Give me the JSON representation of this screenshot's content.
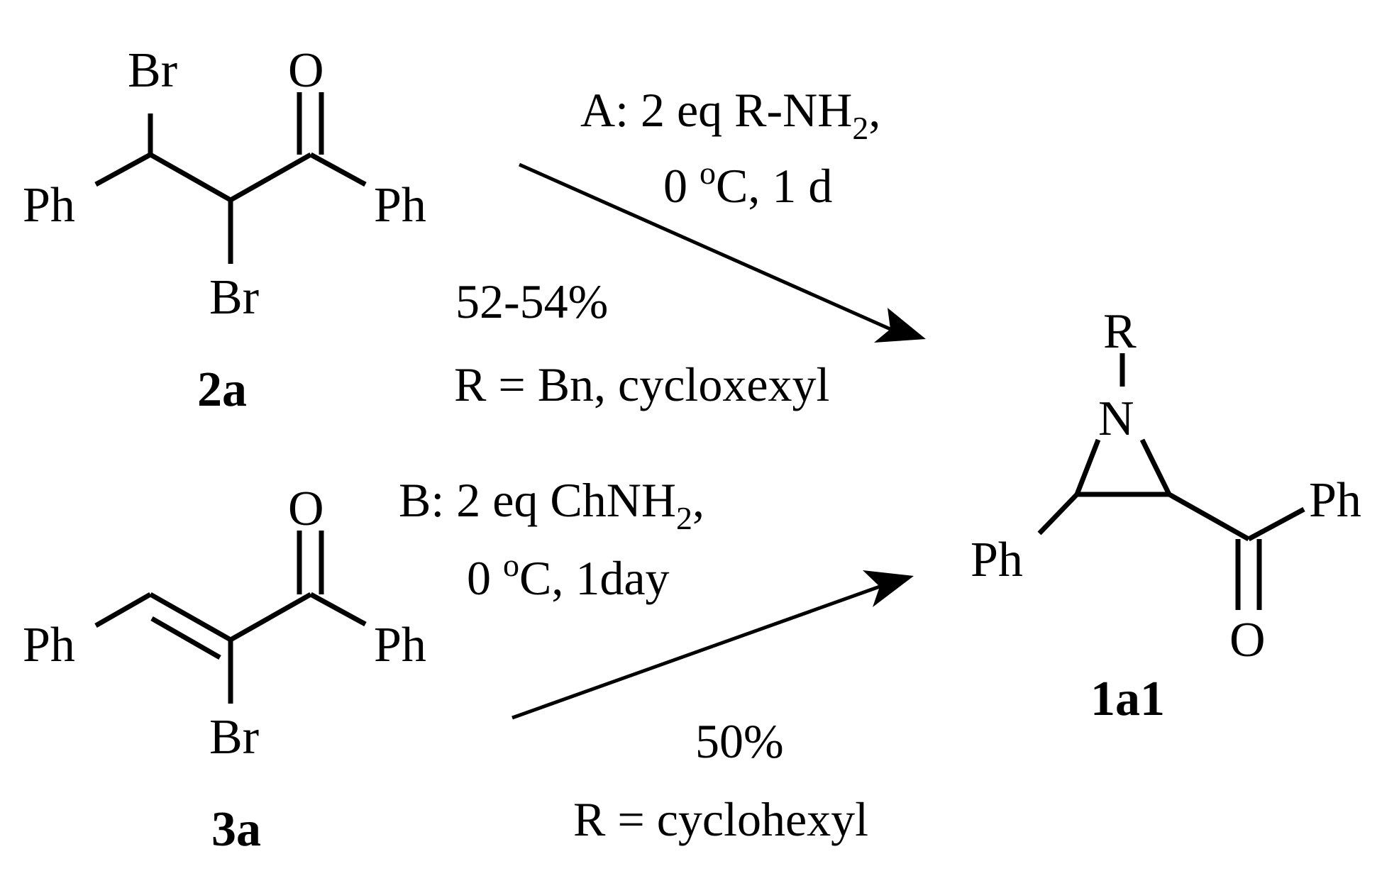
{
  "atoms": {
    "br": "Br",
    "o": "O",
    "ph": "Ph",
    "n": "N",
    "r": "R"
  },
  "compounds": {
    "c2a": "2a",
    "c3a": "3a",
    "c1a1": "1a1"
  },
  "route_a": {
    "line1_prefix": "A:  2 eq R-NH",
    "line1_sub": "2",
    "line1_suffix": ",",
    "line2_pre": "0 ",
    "line2_sup": "o",
    "line2_post": "C, 1 d",
    "yield": "52-54%",
    "r_group": "R = Bn, cycloxexyl"
  },
  "route_b": {
    "line1_prefix": "B: 2 eq ChNH",
    "line1_sub": "2",
    "line1_suffix": ",",
    "line2_pre": "0 ",
    "line2_sup": "o",
    "line2_post": "C, 1day",
    "yield": "50%",
    "r_group": "R = cyclohexyl"
  }
}
